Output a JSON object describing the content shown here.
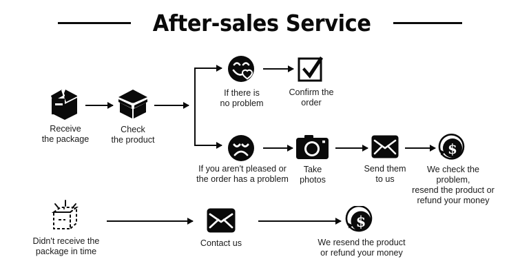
{
  "header": {
    "title": "After-sales Service",
    "rule_color": "#0a0a0a"
  },
  "colors": {
    "ink": "#0a0a0a",
    "text": "#1a1a1a",
    "background": "#ffffff"
  },
  "flow": {
    "row1": [
      {
        "id": "receive-package",
        "icon": "closed-box-icon",
        "caption": "Receive\nthe package"
      },
      {
        "id": "check-product",
        "icon": "open-box-icon",
        "caption": "Check\nthe product"
      }
    ],
    "branch_ok": [
      {
        "id": "no-problem",
        "icon": "happy-face-heart-icon",
        "caption": "If there is\nno problem"
      },
      {
        "id": "confirm-order",
        "icon": "checkbox-check-icon",
        "caption": "Confirm the order"
      }
    ],
    "branch_problem": [
      {
        "id": "not-pleased",
        "icon": "sad-face-icon",
        "caption": "If you aren't pleased or\nthe order has a problem"
      },
      {
        "id": "take-photos",
        "icon": "camera-icon",
        "caption": "Take\nphotos"
      },
      {
        "id": "send-to-us",
        "icon": "envelope-icon",
        "caption": "Send them\nto us"
      },
      {
        "id": "check-problem",
        "icon": "refund-dollar-icon",
        "caption": "We check the problem,\nresend the product or\nrefund your money"
      }
    ],
    "row_missing": [
      {
        "id": "not-received",
        "icon": "dashed-box-icon",
        "caption": "Didn't receive the\npackage in time"
      },
      {
        "id": "contact-us",
        "icon": "envelope-icon",
        "caption": "Contact us"
      },
      {
        "id": "resend-or-refund",
        "icon": "refund-dollar-icon",
        "caption": "We resend the product\nor refund your money"
      }
    ]
  }
}
